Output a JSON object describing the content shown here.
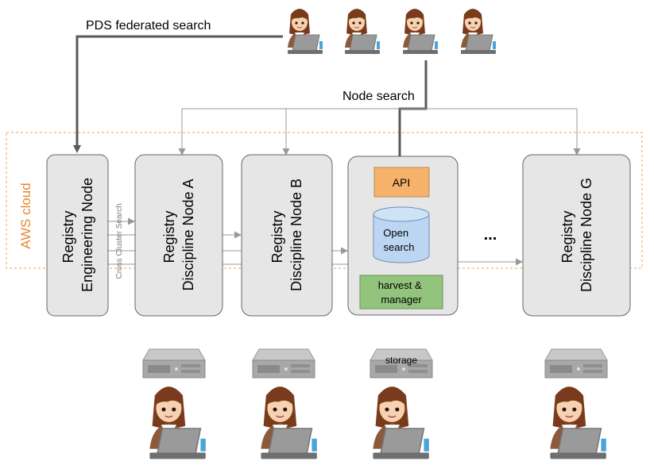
{
  "labels": {
    "federated_search": "PDS federated search",
    "node_search": "Node search",
    "aws_cloud": "AWS cloud",
    "cross_cluster": "Cross Cluster Search",
    "ellipsis": "...",
    "storage": "storage"
  },
  "engineering_node": {
    "line1": "Registry",
    "line2": "Engineering Node"
  },
  "discipline_nodes": [
    {
      "line1": "Registry",
      "line2": "Discipline Node A"
    },
    {
      "line1": "Registry",
      "line2": "Discipline Node B"
    },
    {
      "line1": "Registry",
      "line2": "Discipline Node G"
    }
  ],
  "expanded_node": {
    "api": "API",
    "opensearch_line1": "Open",
    "opensearch_line2": "search",
    "harvest_line1": "harvest &",
    "harvest_line2": "manager"
  },
  "colors": {
    "node_fill": "#e6e6e6",
    "node_stroke": "#666666",
    "aws_border": "#f0a050",
    "aws_text": "#e8862e",
    "api_fill": "#f6b26b",
    "opensearch_fill": "#bcd6f2",
    "harvest_fill": "#93c47d",
    "arrow_gray": "#999999",
    "arrow_dark": "#595959"
  },
  "icons": {
    "user": "user-at-laptop-icon",
    "server": "server-icon"
  }
}
